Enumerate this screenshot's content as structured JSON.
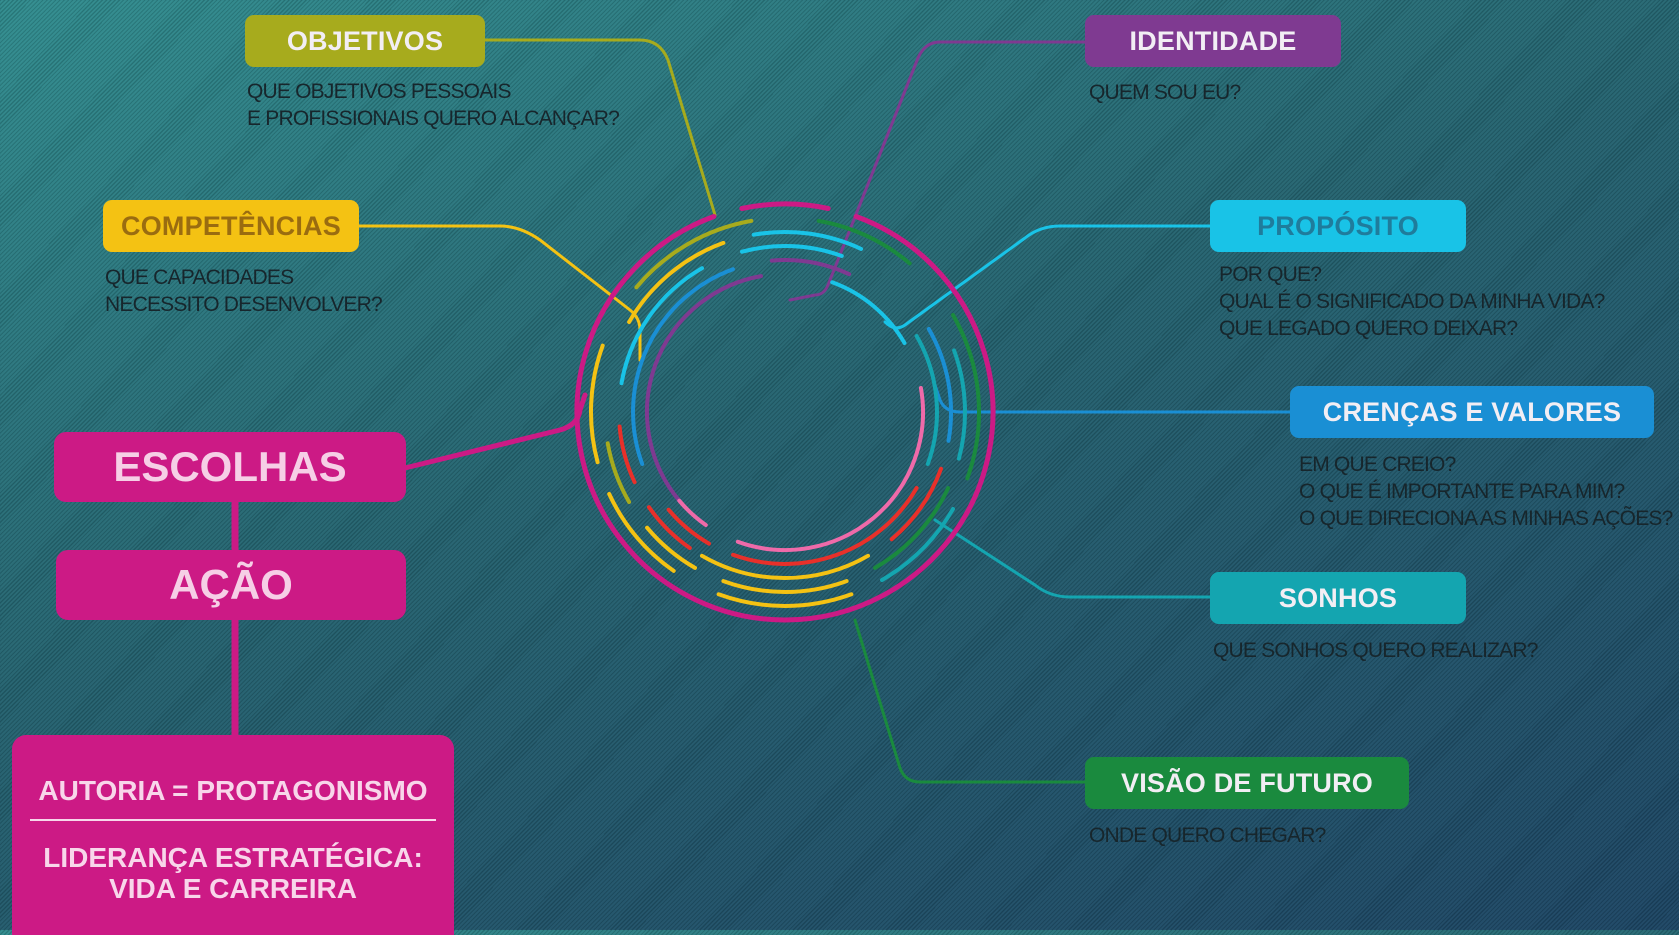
{
  "nodes": {
    "objetivos": {
      "label": "OBJETIVOS",
      "color": "#a7ab1d",
      "questions": [
        "QUE OBJETIVOS PESSOAIS",
        "E PROFISSIONAIS QUERO ALCANÇAR?"
      ]
    },
    "competencias": {
      "label": "COMPETÊNCIAS",
      "color": "#f4c213",
      "label_color": "#9a6c10",
      "questions": [
        "QUE CAPACIDADES",
        "NECESSITO DESENVOLVER?"
      ]
    },
    "identidade": {
      "label": "IDENTIDADE",
      "color": "#7f3a91",
      "questions": [
        "QUEM SOU EU?"
      ]
    },
    "proposito": {
      "label": "PROPÓSITO",
      "color": "#19c3e7",
      "label_color": "#1f7c9c",
      "questions": [
        "POR QUE?",
        "QUAL É O SIGNIFICADO DA MINHA VIDA?",
        "QUE LEGADO QUERO DEIXAR?"
      ]
    },
    "crencas": {
      "label": "CRENÇAS E VALORES",
      "color": "#1a8fd4",
      "questions": [
        "EM QUE CREIO?",
        "O QUE É IMPORTANTE PARA MIM?",
        "O QUE DIRECIONA AS MINHAS AÇÕES?"
      ]
    },
    "sonhos": {
      "label": "SONHOS",
      "color": "#14a5b0",
      "questions": [
        "QUE SONHOS QUERO REALIZAR?"
      ]
    },
    "visao": {
      "label": "VISÃO DE FUTURO",
      "color": "#1a8a3e",
      "questions": [
        "ONDE QUERO CHEGAR?"
      ]
    }
  },
  "escolhas": {
    "label": "ESCOLHAS"
  },
  "acao": {
    "label": "AÇÃO"
  },
  "autoria": {
    "line1": "AUTORIA = PROTAGONISMO",
    "line2a": "LIDERANÇA ESTRATÉGICA:",
    "line2b": "VIDA E CARREIRA"
  },
  "colors": {
    "magenta": "#cc1a85",
    "background": "#266a74"
  }
}
